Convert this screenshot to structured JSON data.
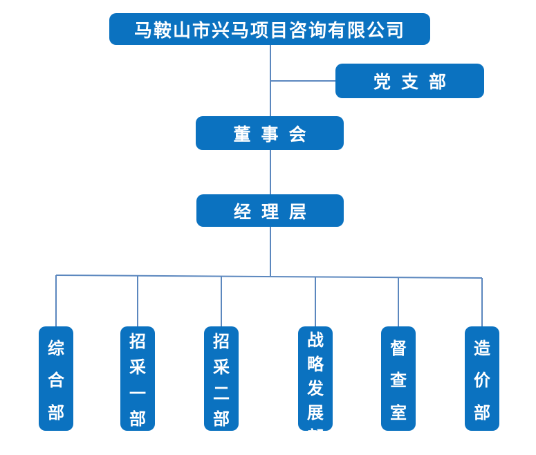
{
  "title": "马鞍山市兴马项目咨询有限公司",
  "org": {
    "company": {
      "label": "马鞍山市兴马项目咨询有限公司"
    },
    "party_branch": {
      "label": "党支部"
    },
    "board": {
      "label": "董事会"
    },
    "management": {
      "label": "经理层"
    },
    "departments": [
      {
        "label": "综合部"
      },
      {
        "label": "招采一部"
      },
      {
        "label": "招采二部"
      },
      {
        "label": "战略发展部"
      },
      {
        "label": "督查室"
      },
      {
        "label": "造价部"
      }
    ],
    "edges": [
      {
        "from": "马鞍山市兴马项目咨询有限公司",
        "to": "党支部"
      },
      {
        "from": "马鞍山市兴马项目咨询有限公司",
        "to": "董事会"
      },
      {
        "from": "董事会",
        "to": "经理层"
      },
      {
        "from": "经理层",
        "to": "综合部"
      },
      {
        "from": "经理层",
        "to": "招采一部"
      },
      {
        "from": "经理层",
        "to": "招采二部"
      },
      {
        "from": "经理层",
        "to": "战略发展部"
      },
      {
        "from": "经理层",
        "to": "督查室"
      },
      {
        "from": "经理层",
        "to": "造价部"
      }
    ]
  },
  "colors": {
    "box_fill": "#0B72C0",
    "text": "#FFFFFF",
    "connector": "#5B87BE",
    "background": "#FFFFFF"
  }
}
